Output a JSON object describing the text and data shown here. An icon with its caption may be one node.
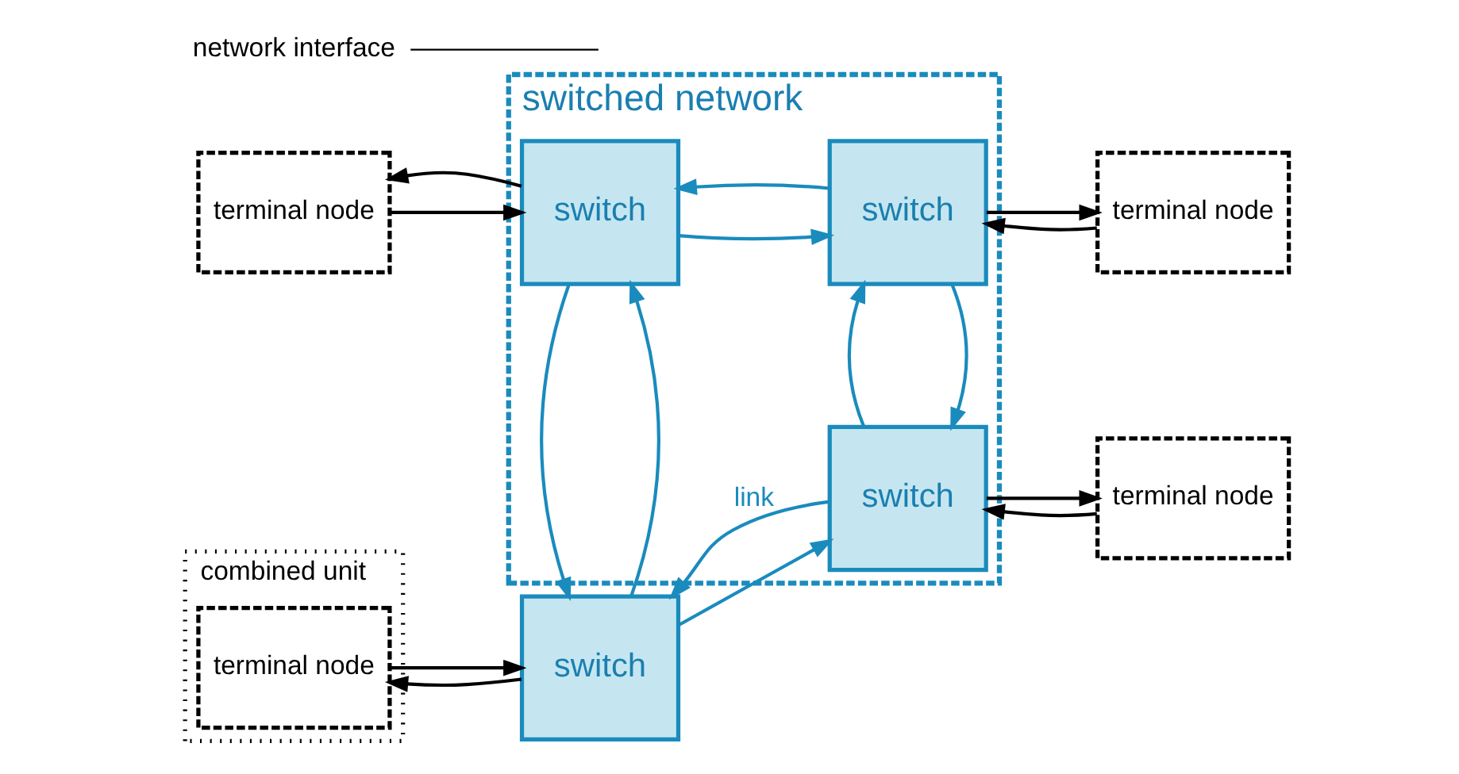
{
  "diagram": {
    "nodes": [
      {
        "text": [
          "switched network"
        ]
      },
      {
        "text": [
          "combined unit"
        ]
      },
      {
        "text": [
          "terminal node"
        ],
        "in": 1
      },
      {
        "text": [
          "switch"
        ]
      },
      {
        "text": [
          "switch"
        ],
        "in": 0
      },
      {
        "text": [
          "terminal node"
        ]
      },
      {
        "text": [
          "switch"
        ],
        "in": 0
      },
      {
        "text": [
          "switch"
        ],
        "in": 0
      },
      {
        "text": [
          "terminal node"
        ]
      },
      {
        "text": [
          "terminal node"
        ]
      },
      {
        "text": [
          "network interface"
        ]
      }
    ],
    "edges": [
      {
        "from": 2,
        "to": 3,
        "arrow": "to"
      },
      {
        "from": 3,
        "to": 2,
        "arrow": "to"
      },
      {
        "from": 3,
        "to": 4,
        "arrow": "to",
        "color": "#1a8bbd"
      },
      {
        "from": 4,
        "to": 3,
        "arrow": "to",
        "label": "link",
        "color": "#1a8bbd"
      },
      {
        "from": 4,
        "to": 5,
        "arrow": "to"
      },
      {
        "from": 5,
        "to": 4,
        "arrow": "to"
      },
      {
        "from": 3,
        "to": 6,
        "arrow": "to",
        "color": "#1a8bbd"
      },
      {
        "from": 6,
        "to": 3,
        "arrow": "to",
        "color": "#1a8bbd"
      },
      {
        "from": 7,
        "to": 4,
        "arrow": "to",
        "color": "#1a8bbd"
      },
      {
        "from": 4,
        "to": 7,
        "arrow": "to",
        "color": "#1a8bbd"
      },
      {
        "from": 8,
        "to": 6,
        "arrow": "to"
      },
      {
        "from": 6,
        "to": 8,
        "arrow": "to"
      },
      {
        "from": 6,
        "to": 7,
        "arrow": "to",
        "color": "#1a8bbd"
      },
      {
        "from": 7,
        "to": 6,
        "arrow": "to",
        "color": "#1a8bbd"
      },
      {
        "from": 7,
        "to": 9,
        "arrow": "to"
      },
      {
        "from": 9,
        "to": 7,
        "arrow": "to"
      },
      {
        "from": 10,
        "to": null,
        "arrow": "none"
      }
    ]
  }
}
